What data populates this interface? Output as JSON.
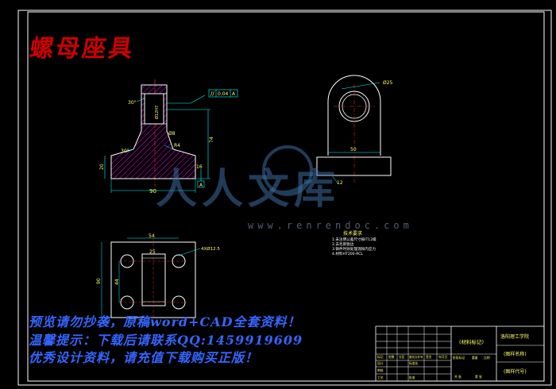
{
  "drawing": {
    "title": "螺母座具",
    "watermark": {
      "site": "www.renrendoc.com",
      "logo_text": "人人文库"
    },
    "promo_lines": [
      "预览请勿抄袭，原稿word+CAD全套资料！",
      "温馨提示：下载后请联系QQ:1459919609",
      "优秀设计资料，请充值下载购买正版！"
    ],
    "front_view": {
      "tolerance_frame": [
        "//",
        "0.04",
        "A"
      ],
      "dims": {
        "angle_top": "30°",
        "inner_hole": "Ø12H7",
        "side_width": "Ø8",
        "fillet_dim": "R4",
        "height": "74",
        "angle_bottom": "30°",
        "base_height": "20",
        "base_width": "90",
        "base_note": "16",
        "datum": "A"
      }
    },
    "side_view": {
      "dims": {
        "dia": "Ø25",
        "width": "50",
        "base_note": "12"
      }
    },
    "top_view": {
      "dims": {
        "span": "54",
        "slot_width": "25",
        "holes": "4XØ12.5",
        "height": "90",
        "inner_span": "44"
      }
    },
    "tech_notes": {
      "title": "技术要求",
      "lines": [
        "1.未注明公差尺寸按IT12级",
        "2.去毛刺锐边",
        "3.铸件时效处理消除内应力",
        "4.材料HT200-RCL"
      ]
    },
    "title_block": {
      "material": "(材料标记)",
      "school": "洛阳理工学院",
      "part_name": "(图样名称)",
      "part_code": "(图样代号)",
      "labels": [
        "标记",
        "处数",
        "分区",
        "更改文件号",
        "签名",
        "年月日"
      ],
      "row2": [
        "设计",
        "标准化",
        "阶段标记",
        "重量",
        "比例"
      ],
      "row3": [
        "审核"
      ],
      "row4": [
        "工艺",
        "批准",
        "共 张",
        "第 张"
      ]
    },
    "colors": {
      "background": "#000000",
      "outline": "#ffffff",
      "section_hatch": "#ff00ff",
      "dimension": "#00ffff",
      "center_line": "#ff3333",
      "title_red": "#cc0000",
      "promo_blue": "#3366ff",
      "text_yellow": "#ffff66"
    }
  }
}
